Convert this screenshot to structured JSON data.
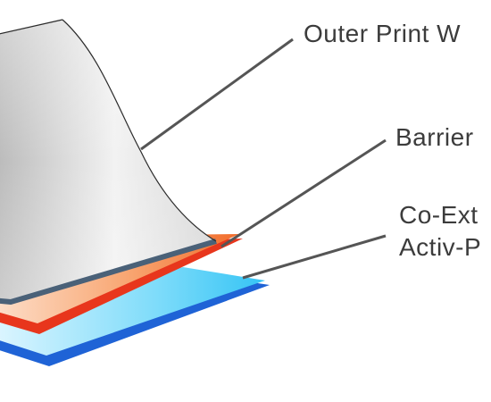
{
  "diagram": {
    "layers": [
      {
        "label_lines": [
          "Outer Print W"
        ],
        "color": "#d9d9d9"
      },
      {
        "label_lines": [
          "Barrier"
        ],
        "color": "#f4772f"
      },
      {
        "label_lines": [
          "Co-Ext",
          "Activ-P"
        ],
        "color": "#46c8f5"
      }
    ],
    "colors": {
      "leader_line": "#555555",
      "label_text": "#3c3c3c",
      "film_edge": "#4a6178",
      "barrier_edge": "#e8361c",
      "inner_edge": "#1f63d6"
    }
  }
}
